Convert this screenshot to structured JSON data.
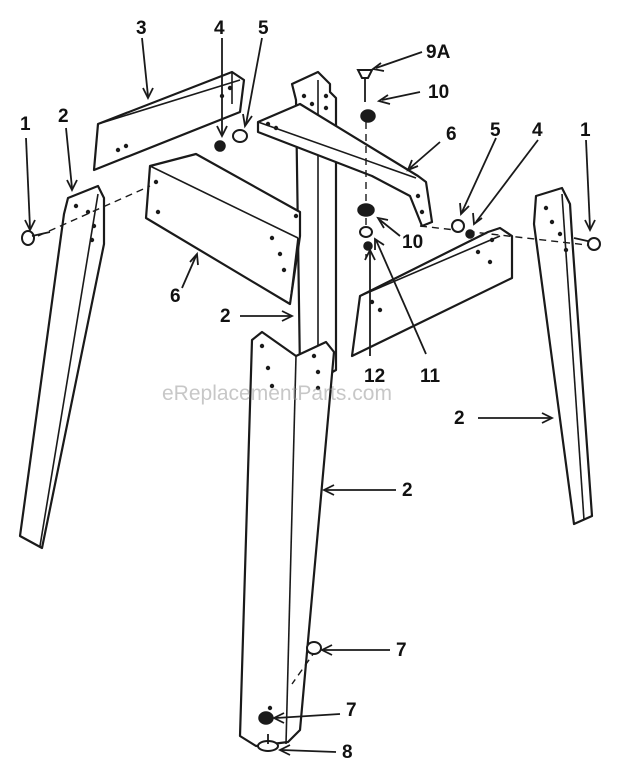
{
  "callouts": {
    "c1_left": "1",
    "c2_left": "2",
    "c3": "3",
    "c4_left": "4",
    "c5_left": "5",
    "c6_left": "6",
    "c2_center": "2",
    "c9a": "9A",
    "c10_top": "10",
    "c6_right": "6",
    "c5_right": "5",
    "c4_right": "4",
    "c1_right": "1",
    "c10_mid": "10",
    "c12": "12",
    "c11": "11",
    "c2_right": "2",
    "c2_front": "2",
    "c7_upper": "7",
    "c7_lower": "7",
    "c8": "8"
  },
  "watermark": "eReplacementParts.com"
}
